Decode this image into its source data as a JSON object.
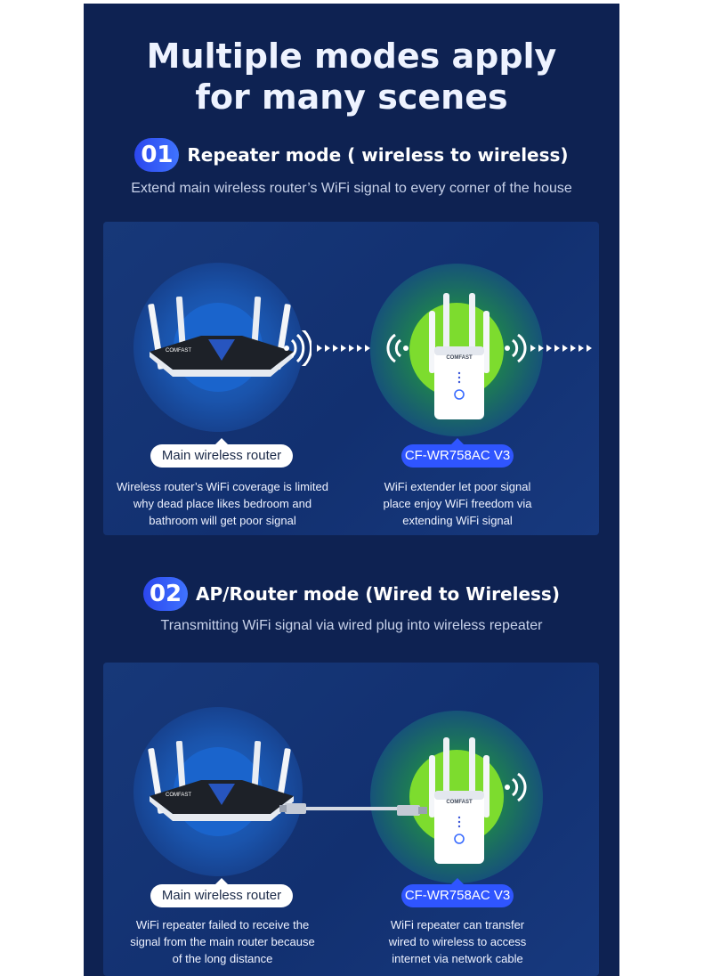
{
  "title": {
    "line1": "Multiple modes apply",
    "line2": "for many scenes"
  },
  "mode1": {
    "number": "01",
    "title": "Repeater mode ( wireless to wireless)",
    "subtitle": "Extend main wireless router’s WiFi signal to every corner of the house",
    "router_label": "Main wireless router",
    "extender_label": "CF-WR758AC V3",
    "router_desc": [
      "Wireless router’s WiFi coverage is limited",
      "why dead place likes bedroom and",
      "bathroom will get poor signal"
    ],
    "extender_desc": [
      "WiFi extender let poor signal",
      "place enjoy WiFi freedom via",
      "extending WiFi signal"
    ]
  },
  "mode2": {
    "number": "02",
    "title": "AP/Router mode (Wired to Wireless)",
    "subtitle": "Transmitting WiFi signal via wired plug into wireless repeater",
    "router_label": "Main wireless router",
    "extender_label": "CF-WR758AC V3",
    "router_desc": [
      "WiFi repeater failed to receive the",
      "signal from the main router because",
      "of the long distance"
    ],
    "extender_desc": [
      "WiFi repeater can transfer",
      "wired to wireless to access",
      "internet via network cable"
    ]
  },
  "brand": {
    "router_text": "COMFAST",
    "extender_text": "COMFAST"
  },
  "icons": [
    "wifi-signal-icon",
    "arrow-chain-icon",
    "ethernet-cable-icon"
  ],
  "colors": {
    "background": "#0e2252",
    "panel": "#143475",
    "accent_blue": "#2f55ff",
    "signal_green": "#7ddc2e"
  }
}
